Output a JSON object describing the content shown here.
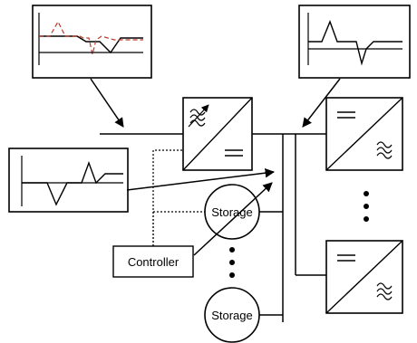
{
  "labels": {
    "controller": "Controller",
    "storage_1": "Storage",
    "storage_2": "Storage"
  },
  "colors": {
    "stroke": "#000000",
    "dashed_trace": "#c0392b",
    "background": "#ffffff"
  },
  "icons": {
    "ac_to_dc_converter": "converter-ac-dc-icon",
    "dc_to_ac_converter": "converter-dc-ac-icon",
    "storage": "storage-circle-icon",
    "ellipsis": "vertical-dots-icon"
  }
}
